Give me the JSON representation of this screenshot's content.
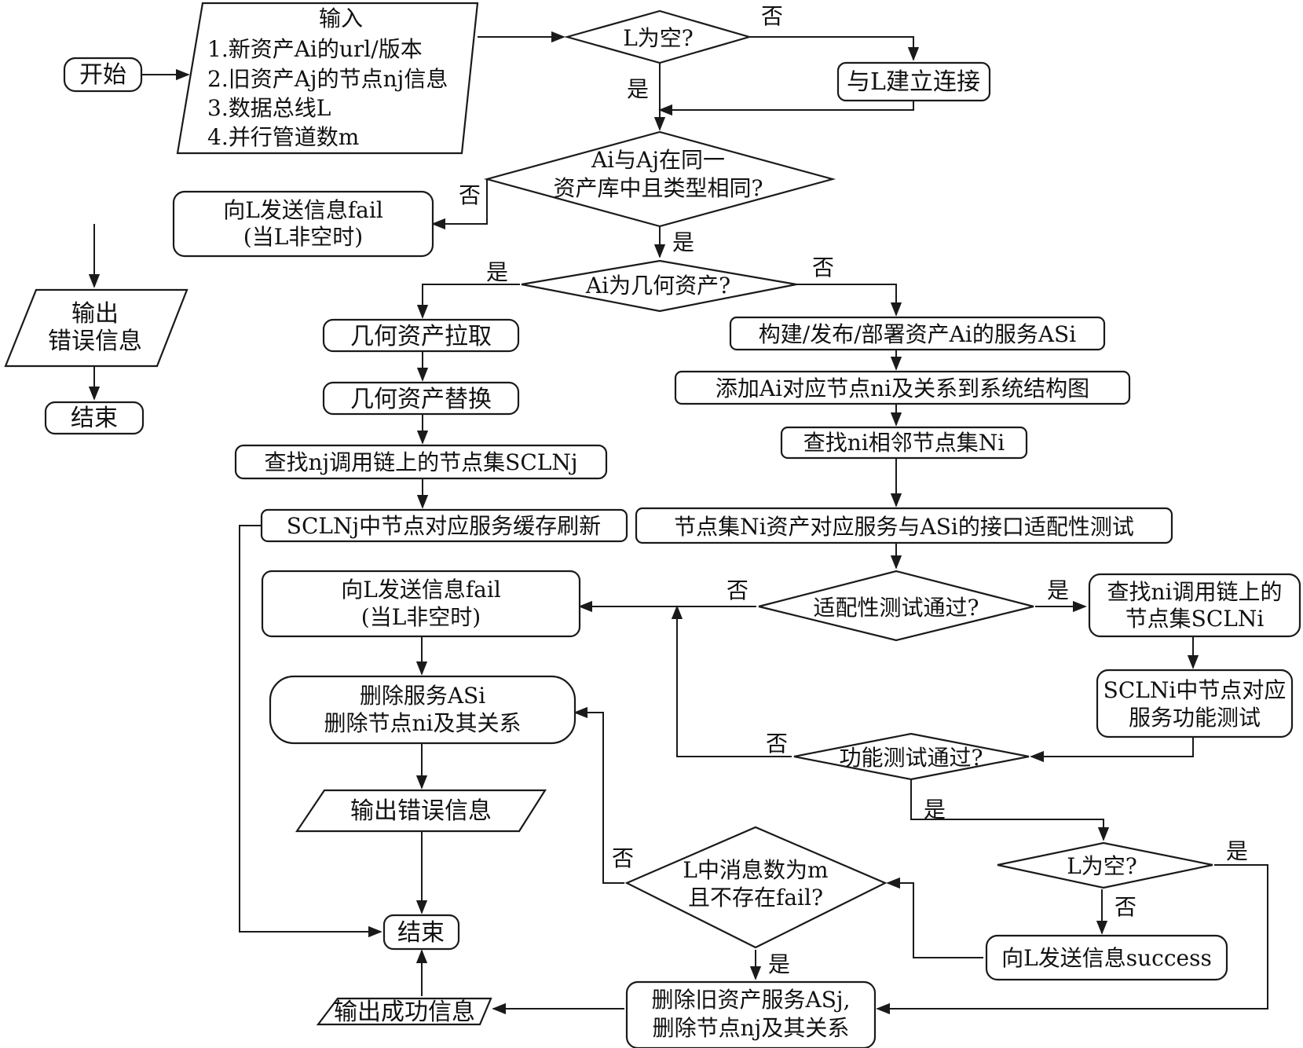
{
  "nodes": {
    "start": "开始",
    "input_title": "输入",
    "input_1": "1.新资产Ai的url/版本",
    "input_2": "2.旧资产Aj的节点nj信息",
    "input_3": "3.数据总线L",
    "input_4": "4.并行管道数m",
    "l_empty_q": "L为空?",
    "connect_l": "与L建立连接",
    "same_lib_q_1": "Ai与Aj在同一",
    "same_lib_q_2": "资产库中且类型相同?",
    "send_fail_top_1": "向L发送信息fail",
    "send_fail_top_2": "(当L非空时)",
    "output_error_left_1": "输出",
    "output_error_left_2": "错误信息",
    "end_left": "结束",
    "geo_asset_q": "Ai为几何资产?",
    "geo_pull": "几何资产拉取",
    "geo_replace": "几何资产替换",
    "find_sclnj": "查找nj调用链上的节点集SCLNj",
    "sclnj_refresh": "SCLNj中节点对应服务缓存刷新",
    "build_service": "构建/发布/部署资产Ai的服务ASi",
    "add_node": "添加Ai对应节点ni及关系到系统结构图",
    "find_neighbors": "查找ni相邻节点集Ni",
    "interface_test": "节点集Ni资产对应服务与ASi的接口适配性测试",
    "adapt_pass_q": "适配性测试通过?",
    "send_fail_mid_1": "向L发送信息fail",
    "send_fail_mid_2": "(当L非空时)",
    "delete_new_1": "删除服务ASi",
    "delete_new_2": "删除节点ni及其关系",
    "output_error_mid": "输出错误信息",
    "end_mid": "结束",
    "find_sclni_1": "查找ni调用链上的",
    "find_sclni_2": "节点集SCLNi",
    "func_test_1": "SCLNi中节点对应",
    "func_test_2": "服务功能测试",
    "func_pass_q": "功能测试通过?",
    "l_empty_q2": "L为空?",
    "send_success": "向L发送信息success",
    "l_msg_q_1": "L中消息数为m",
    "l_msg_q_2": "且不存在fail?",
    "delete_old_1": "删除旧资产服务ASj,",
    "delete_old_2": "删除节点nj及其关系",
    "output_success": "输出成功信息"
  },
  "edge_labels": {
    "l_empty_no": "否",
    "l_empty_yes": "是",
    "same_lib_no": "否",
    "same_lib_yes": "是",
    "geo_yes": "是",
    "geo_no": "否",
    "adapt_no": "否",
    "adapt_yes": "是",
    "func_no": "否",
    "func_yes": "是",
    "l_empty2_yes": "是",
    "l_empty2_no": "否",
    "l_msg_no": "否",
    "l_msg_yes": "是"
  }
}
